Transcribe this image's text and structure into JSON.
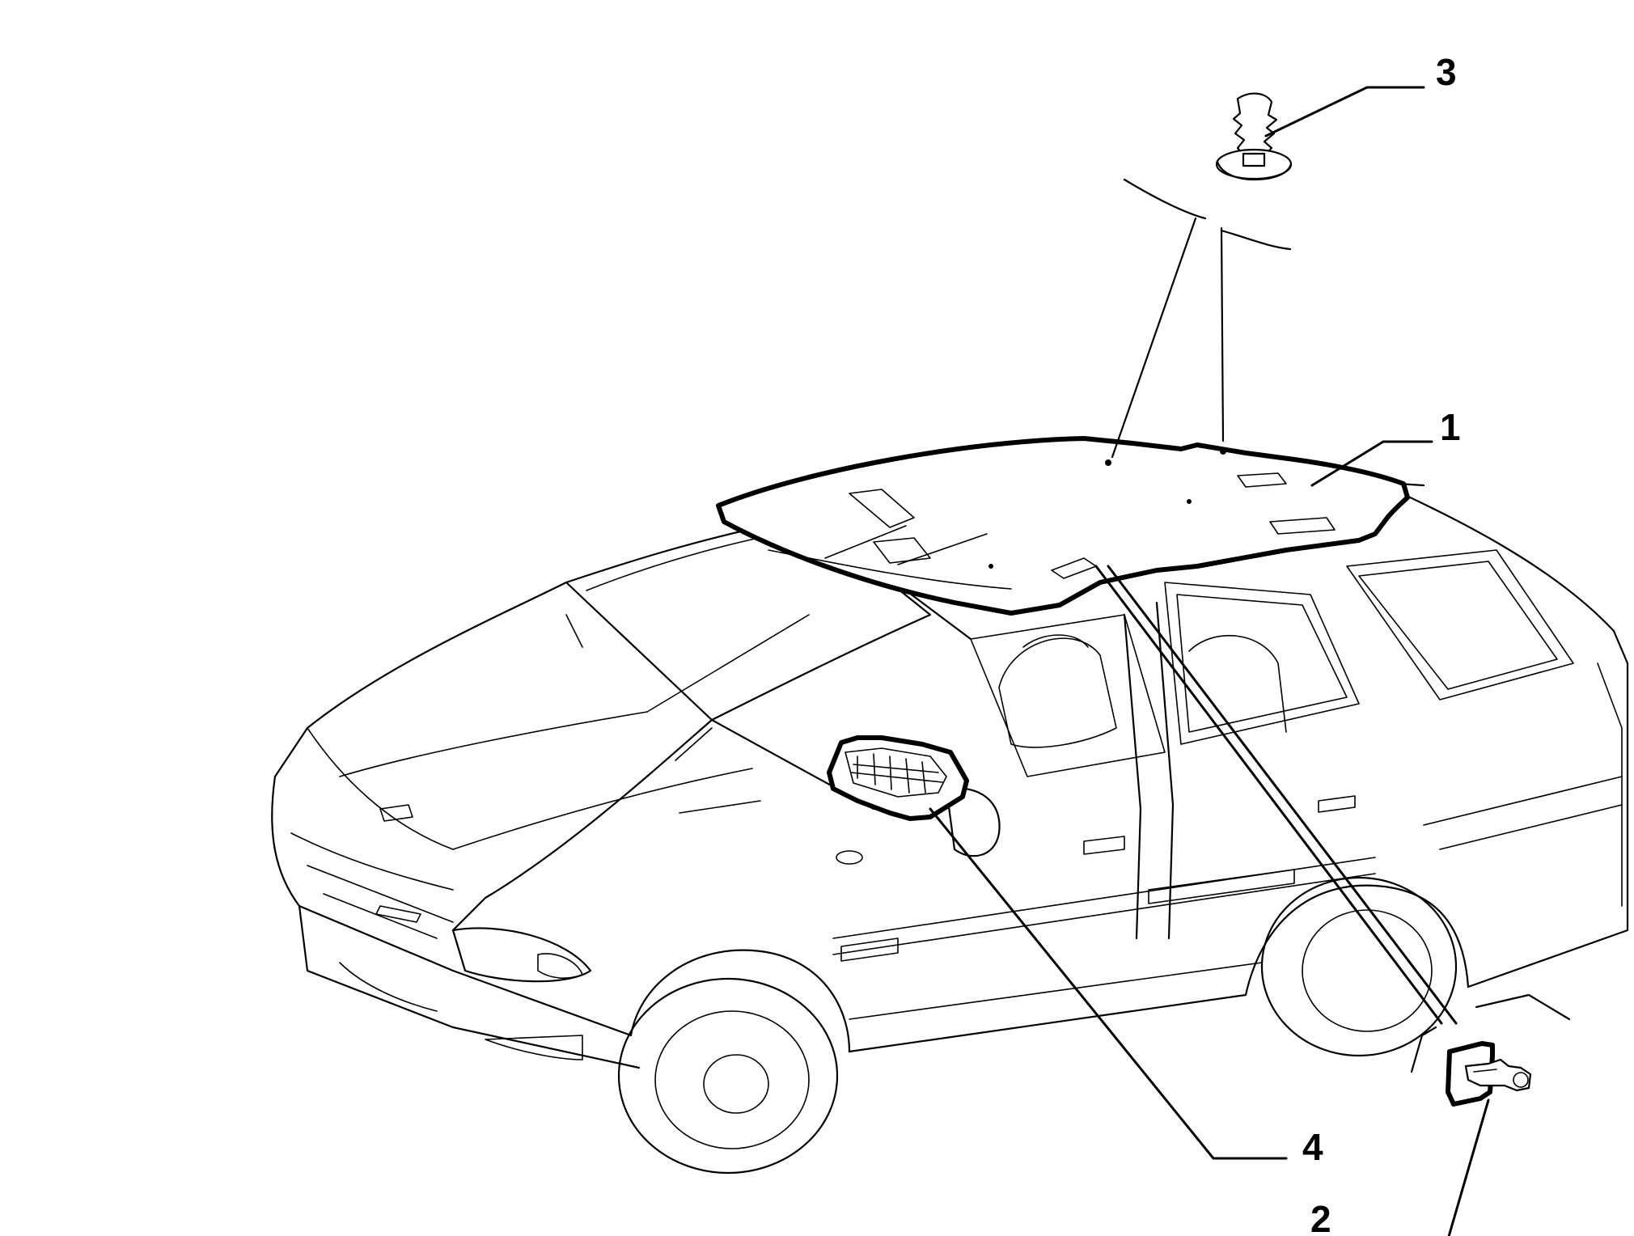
{
  "callouts": [
    {
      "id": "1",
      "label": "1",
      "part": "headliner-panel"
    },
    {
      "id": "2",
      "label": "2",
      "part": "interior-lamp-small"
    },
    {
      "id": "3",
      "label": "3",
      "part": "fastening-clip"
    },
    {
      "id": "4",
      "label": "4",
      "part": "interior-lamp-unit"
    }
  ],
  "colors": {
    "line": "#000000",
    "background": "#ffffff"
  }
}
